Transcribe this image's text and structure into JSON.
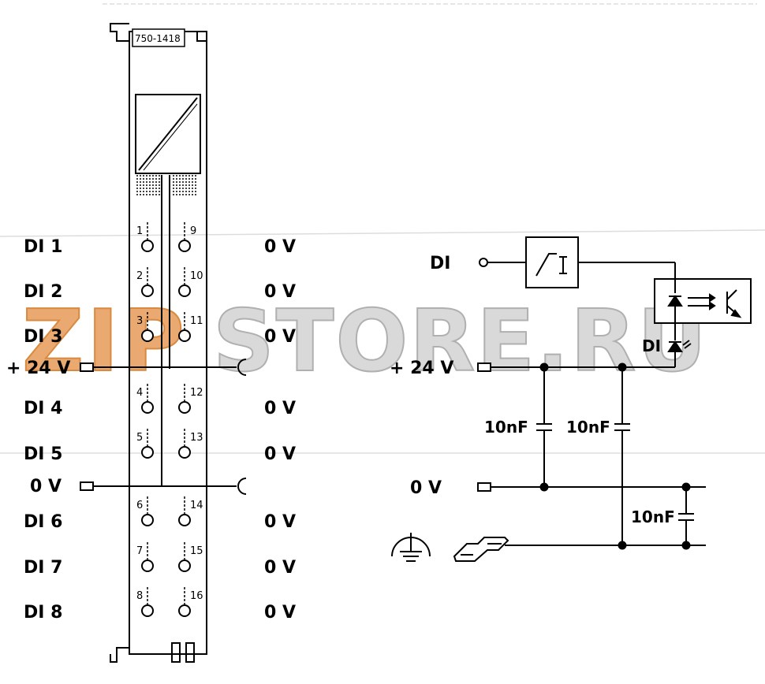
{
  "module": {
    "part_number": "750-1418"
  },
  "left_labels": [
    "DI 1",
    "DI 2",
    "DI 3",
    "+ 24 V",
    "DI 4",
    "DI 5",
    "0 V",
    "DI 6",
    "DI 7",
    "DI 8"
  ],
  "right_labels": [
    "0 V",
    "0 V",
    "0 V",
    "0 V",
    "0 V",
    "0 V",
    "0 V",
    "0 V"
  ],
  "terminals_left": [
    "1",
    "2",
    "3",
    "4",
    "5",
    "6",
    "7",
    "8"
  ],
  "terminals_right": [
    "9",
    "10",
    "11",
    "12",
    "13",
    "14",
    "15",
    "16"
  ],
  "schematic": {
    "di_label": "DI",
    "plus24_label": "+ 24 V",
    "zero_label": "0 V",
    "di_led_label": "DI",
    "cap1": "10nF",
    "cap2": "10nF",
    "cap3": "10nF"
  },
  "watermark": {
    "left": "ZIP",
    "right": "STORE.RU"
  },
  "colors": {
    "line": "#000000",
    "watermark_orange": "#e8a060",
    "watermark_gray": "#c8c8c8"
  }
}
